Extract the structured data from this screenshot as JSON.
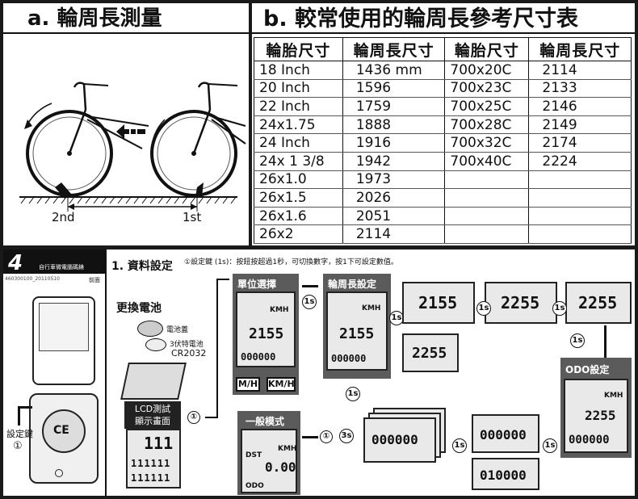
{
  "section_a": {
    "title": "a. 輪周長測量",
    "label_2nd": "2nd",
    "label_1st": "1st"
  },
  "section_b": {
    "title": "b. 較常使用的輪周長參考尺寸表",
    "headers": [
      "輪胎尺寸",
      "輪周長尺寸",
      "輪胎尺寸",
      "輪周長尺寸"
    ],
    "rows": [
      [
        "18 Inch",
        "1436 mm",
        "700x20C",
        "2114"
      ],
      [
        "20 Inch",
        "1596",
        "700x23C",
        "2133"
      ],
      [
        "22 Inch",
        "1759",
        "700x25C",
        "2146"
      ],
      [
        "24x1.75",
        "1888",
        "700x28C",
        "2149"
      ],
      [
        "24 Inch",
        "1916",
        "700x32C",
        "2174"
      ],
      [
        "24x 1  3/8",
        "1942",
        "700x40C",
        "2224"
      ],
      [
        "26x1.0",
        "1973",
        "",
        ""
      ],
      [
        "26x1.5",
        "2026",
        "",
        ""
      ],
      [
        "26x1.6",
        "2051",
        "",
        ""
      ],
      [
        "26x2",
        "2114",
        "",
        ""
      ]
    ]
  },
  "left_panel": {
    "logo": "4",
    "logo_sub": "自行車微電腦碼錶",
    "doc_code": "460300100_20110510",
    "right_tag": "前面",
    "set_key_label": "設定鍵",
    "set_key_num": "①"
  },
  "steps": {
    "heading": "1. 資料設定",
    "instructions": "①設定鍵 (1s)：按鈕按超過1秒，可切換數字，按1下可設定數值。",
    "battery_title": "更換電池",
    "battery_cover": "電池蓋",
    "battery_type": "3伏特電池",
    "battery_model": "CR2032",
    "lcd_test": "LCD測試\n顯示畫面",
    "unit_select": "單位選擇",
    "wheel_setting": "輪周長設定",
    "odo_setting": "ODO設定",
    "general_mode": "一般模式",
    "btn_mh": "M/H",
    "btn_kmh": "KM/H",
    "kmh": "KMH",
    "dst": "DST",
    "odo": "ODO",
    "one_s": "1s",
    "three_s": "3s",
    "num1": "①",
    "val_2155": "2155",
    "val_2255": "2255",
    "val_2255b": "2255",
    "val_2255c": "2255",
    "val_2255d": "2255",
    "odo_zero": "000000",
    "odo_10000": "010000",
    "dst_val": "0.00",
    "digits_888": "111"
  }
}
